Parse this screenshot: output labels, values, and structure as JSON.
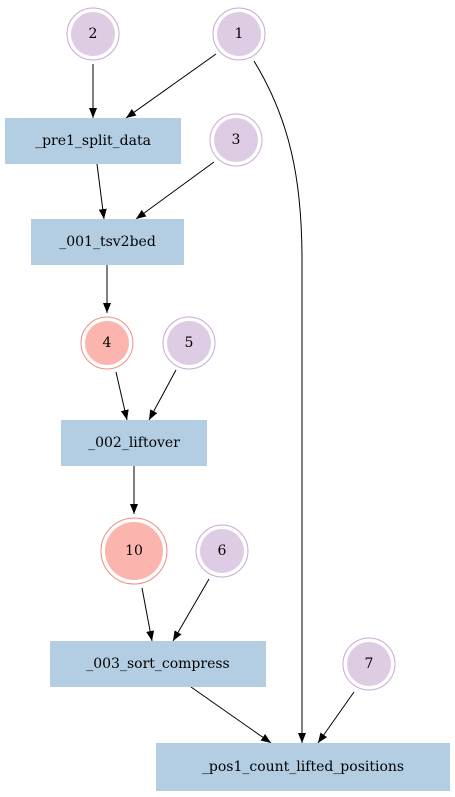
{
  "diagram": {
    "type": "directed-graph",
    "colors": {
      "process_fill": "#b3cde3",
      "input_fill": "#decbe4",
      "input_ring": "#c9a8d4",
      "output_fill": "#fbb4ae",
      "output_ring": "#f28b82",
      "edge": "#000000"
    },
    "nodes": [
      {
        "id": "n2",
        "label": "2",
        "kind": "input"
      },
      {
        "id": "n1",
        "label": "1",
        "kind": "input"
      },
      {
        "id": "n3",
        "label": "3",
        "kind": "input"
      },
      {
        "id": "n4",
        "label": "4",
        "kind": "output"
      },
      {
        "id": "n5",
        "label": "5",
        "kind": "input"
      },
      {
        "id": "n10",
        "label": "10",
        "kind": "output"
      },
      {
        "id": "n6",
        "label": "6",
        "kind": "input"
      },
      {
        "id": "n7",
        "label": "7",
        "kind": "input"
      },
      {
        "id": "pre1",
        "label": "_pre1_split_data",
        "kind": "process"
      },
      {
        "id": "p001",
        "label": "_001_tsv2bed",
        "kind": "process"
      },
      {
        "id": "p002",
        "label": "_002_liftover",
        "kind": "process"
      },
      {
        "id": "p003",
        "label": "_003_sort_compress",
        "kind": "process"
      },
      {
        "id": "pos1",
        "label": "_pos1_count_lifted_positions",
        "kind": "process"
      }
    ],
    "edges": [
      {
        "from": "n2",
        "to": "pre1"
      },
      {
        "from": "n1",
        "to": "pre1"
      },
      {
        "from": "n1",
        "to": "pos1"
      },
      {
        "from": "pre1",
        "to": "p001"
      },
      {
        "from": "n3",
        "to": "p001"
      },
      {
        "from": "p001",
        "to": "n4"
      },
      {
        "from": "n4",
        "to": "p002"
      },
      {
        "from": "n5",
        "to": "p002"
      },
      {
        "from": "p002",
        "to": "n10"
      },
      {
        "from": "n10",
        "to": "p003"
      },
      {
        "from": "n6",
        "to": "p003"
      },
      {
        "from": "p003",
        "to": "pos1"
      },
      {
        "from": "n7",
        "to": "pos1"
      }
    ]
  }
}
